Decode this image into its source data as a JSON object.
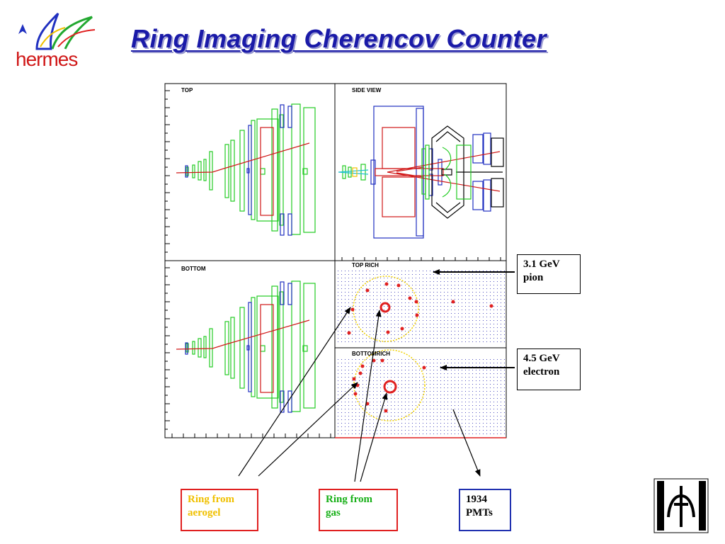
{
  "slide": {
    "title": "Ring Imaging Cherencov Counter",
    "logo_text": "hermes"
  },
  "panels": {
    "top": "TOP",
    "side_view": "SIDE VIEW",
    "bottom": "BOTTOM",
    "top_rich": "TOP RICH",
    "bottom_rich": "BOTTOMRICH"
  },
  "callouts": {
    "pion": [
      "3.1 GeV",
      "pion"
    ],
    "electron": [
      "4.5 GeV",
      "electron"
    ]
  },
  "labels": {
    "aerogel": [
      "Ring from",
      "aerogel"
    ],
    "gas": [
      "Ring from",
      "gas"
    ],
    "pmts": [
      "1934",
      "PMTs"
    ]
  },
  "colors": {
    "title": "#1a1aa8",
    "aerogel_ring": "#f0d000",
    "gas_hits": "#e02020",
    "detector_green": "#22cc22",
    "detector_blue": "#2030c0",
    "track_red": "#d01818",
    "pmt_dots": "#5050c0"
  }
}
